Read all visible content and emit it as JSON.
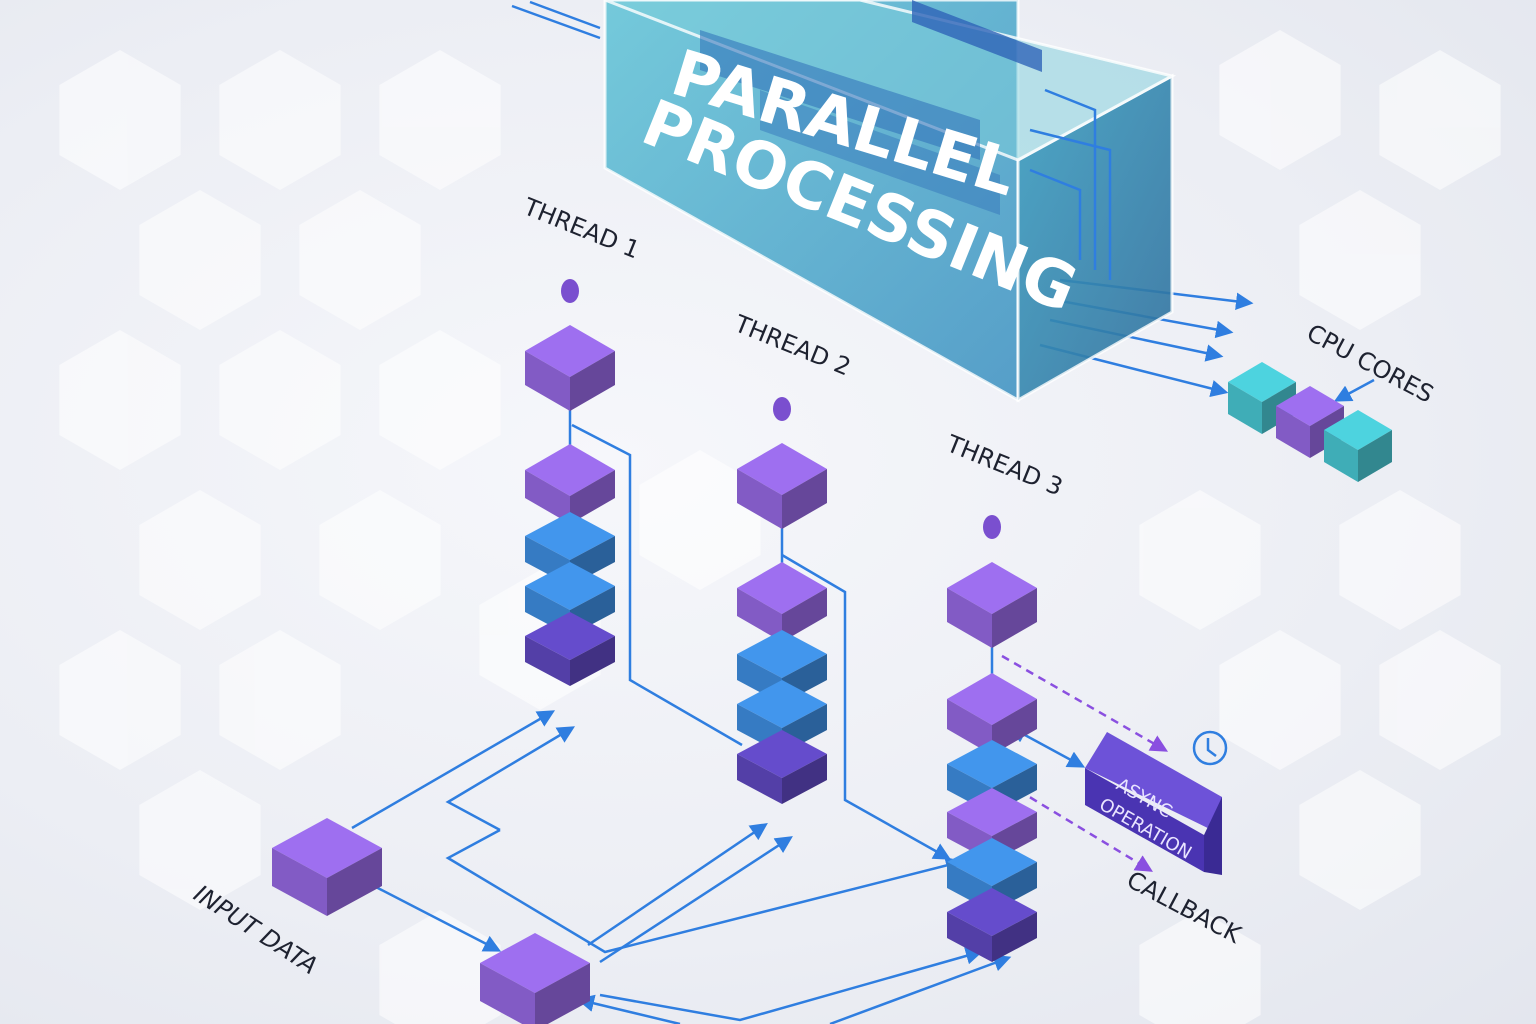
{
  "title": {
    "line1": "PARALLEL",
    "line2": "PROCESSING"
  },
  "labels": {
    "thread1": "THREAD 1",
    "thread2": "THREAD 2",
    "thread3": "THREAD 3",
    "cpu_cores": "CPU CORES",
    "input_data": "INPUT DATA",
    "async_line1": "ASYNC",
    "async_line2": "OPERATION",
    "callback": "CALLBACK"
  },
  "icons": {
    "clock": "clock-icon"
  },
  "colors": {
    "purple": "#8d63d6",
    "blue": "#3b86d4",
    "indigo": "#5a44b6",
    "teal": "#45bcc7",
    "arrow": "#2f7ee0",
    "dashed": "#8a4fe0"
  }
}
